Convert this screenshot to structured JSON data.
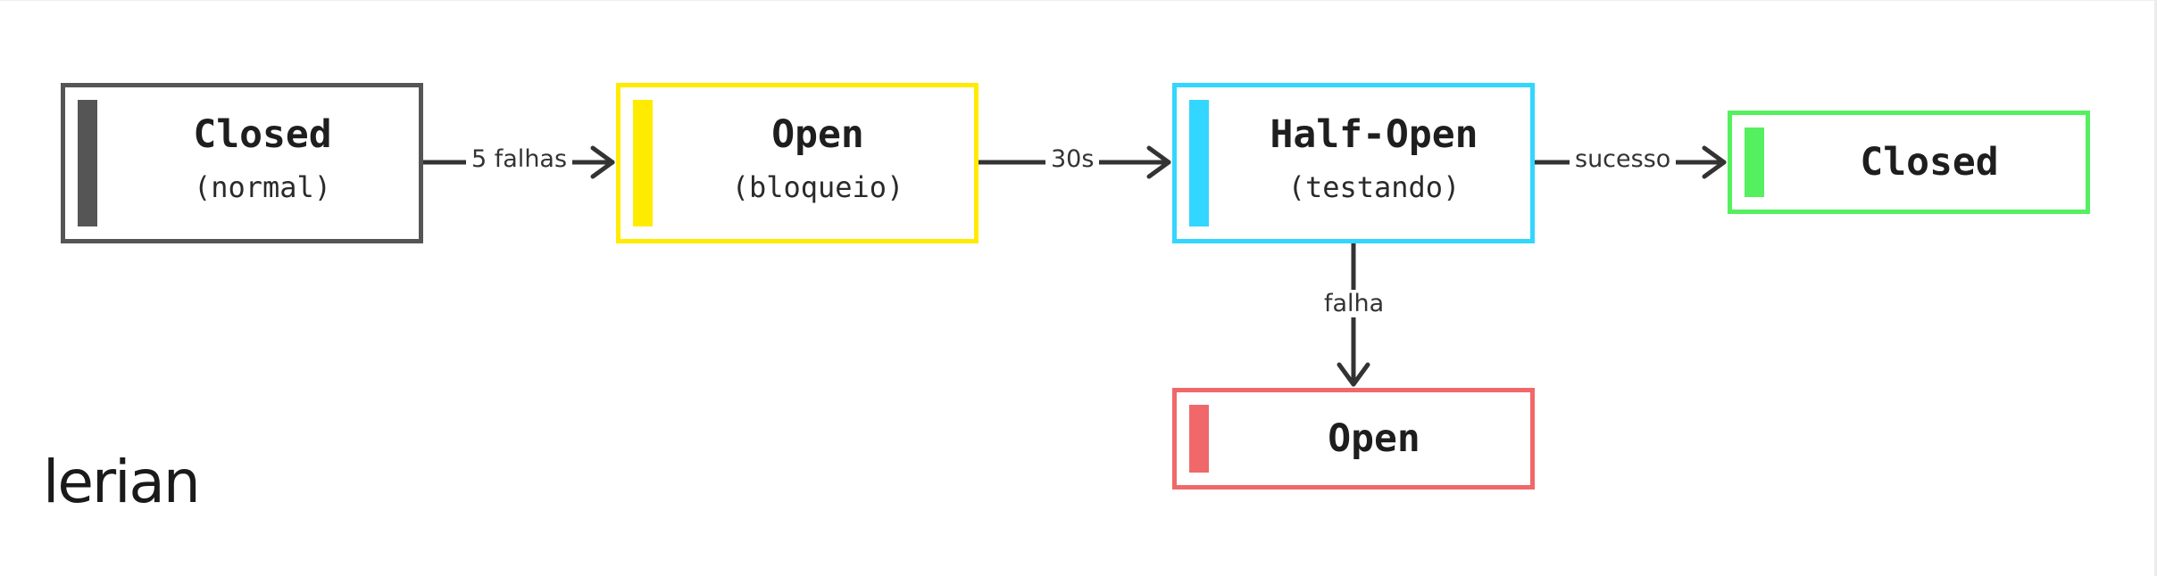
{
  "nodes": [
    {
      "title": "Closed",
      "subtitle": "(normal)",
      "color": "#555555"
    },
    {
      "title": "Open",
      "subtitle": "(bloqueio)",
      "color": "#ffeb00"
    },
    {
      "title": "Half-Open",
      "subtitle": "(testando)",
      "color": "#33d6ff"
    },
    {
      "title": "Closed",
      "color": "#55f060"
    },
    {
      "title": "Open",
      "color": "#f0686a"
    }
  ],
  "edges": [
    {
      "from": "Closed",
      "to": "Open",
      "label": "5 falhas"
    },
    {
      "from": "Open",
      "to": "Half-Open",
      "label": "30s"
    },
    {
      "from": "Half-Open",
      "to": "Closed",
      "label": "sucesso"
    },
    {
      "from": "Half-Open",
      "to": "Open",
      "label": "falha"
    }
  ],
  "logo": {
    "text": "lerian"
  },
  "colors": {
    "line": "#333333"
  }
}
